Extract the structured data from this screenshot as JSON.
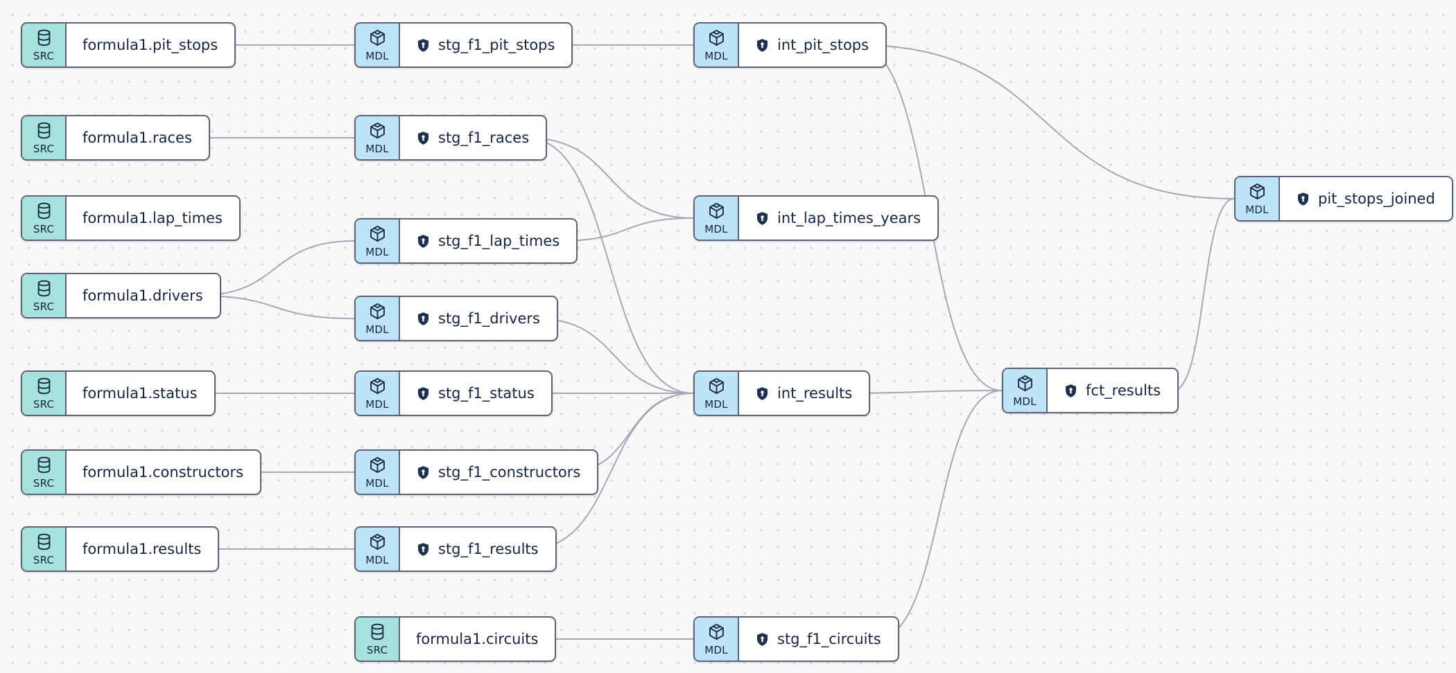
{
  "canvas": {
    "background": "#f8f8f9",
    "dot_color": "#d5d6da"
  },
  "colors": {
    "node_border": "#5b6476",
    "source_badge_bg": "#a7e2de",
    "model_badge_bg": "#bfe3f8",
    "edge": "#a2a8b8",
    "label_text": "#15243f",
    "shield_fill": "#20304c"
  },
  "legend": {
    "source_badge_label": "SRC",
    "model_badge_label": "MDL"
  },
  "nodes": [
    {
      "id": "src_pit_stops",
      "type": "source",
      "badge_label": "SRC",
      "icon": "database-icon",
      "shield": false,
      "label": "formula1.pit_stops"
    },
    {
      "id": "src_races",
      "type": "source",
      "badge_label": "SRC",
      "icon": "database-icon",
      "shield": false,
      "label": "formula1.races"
    },
    {
      "id": "src_lap_times",
      "type": "source",
      "badge_label": "SRC",
      "icon": "database-icon",
      "shield": false,
      "label": "formula1.lap_times"
    },
    {
      "id": "src_drivers",
      "type": "source",
      "badge_label": "SRC",
      "icon": "database-icon",
      "shield": false,
      "label": "formula1.drivers"
    },
    {
      "id": "src_status",
      "type": "source",
      "badge_label": "SRC",
      "icon": "database-icon",
      "shield": false,
      "label": "formula1.status"
    },
    {
      "id": "src_constructors",
      "type": "source",
      "badge_label": "SRC",
      "icon": "database-icon",
      "shield": false,
      "label": "formula1.constructors"
    },
    {
      "id": "src_results",
      "type": "source",
      "badge_label": "SRC",
      "icon": "database-icon",
      "shield": false,
      "label": "formula1.results"
    },
    {
      "id": "src_circuits",
      "type": "source",
      "badge_label": "SRC",
      "icon": "database-icon",
      "shield": false,
      "label": "formula1.circuits"
    },
    {
      "id": "stg_pit_stops",
      "type": "model",
      "badge_label": "MDL",
      "icon": "cube-icon",
      "shield": true,
      "label": "stg_f1_pit_stops"
    },
    {
      "id": "stg_races",
      "type": "model",
      "badge_label": "MDL",
      "icon": "cube-icon",
      "shield": true,
      "label": "stg_f1_races"
    },
    {
      "id": "stg_lap_times",
      "type": "model",
      "badge_label": "MDL",
      "icon": "cube-icon",
      "shield": true,
      "label": "stg_f1_lap_times"
    },
    {
      "id": "stg_drivers",
      "type": "model",
      "badge_label": "MDL",
      "icon": "cube-icon",
      "shield": true,
      "label": "stg_f1_drivers"
    },
    {
      "id": "stg_status",
      "type": "model",
      "badge_label": "MDL",
      "icon": "cube-icon",
      "shield": true,
      "label": "stg_f1_status"
    },
    {
      "id": "stg_constructors",
      "type": "model",
      "badge_label": "MDL",
      "icon": "cube-icon",
      "shield": true,
      "label": "stg_f1_constructors"
    },
    {
      "id": "stg_results",
      "type": "model",
      "badge_label": "MDL",
      "icon": "cube-icon",
      "shield": true,
      "label": "stg_f1_results"
    },
    {
      "id": "stg_circuits",
      "type": "model",
      "badge_label": "MDL",
      "icon": "cube-icon",
      "shield": true,
      "label": "stg_f1_circuits"
    },
    {
      "id": "int_pit_stops",
      "type": "model",
      "badge_label": "MDL",
      "icon": "cube-icon",
      "shield": true,
      "label": "int_pit_stops"
    },
    {
      "id": "int_lap_times_years",
      "type": "model",
      "badge_label": "MDL",
      "icon": "cube-icon",
      "shield": true,
      "label": "int_lap_times_years"
    },
    {
      "id": "int_results",
      "type": "model",
      "badge_label": "MDL",
      "icon": "cube-icon",
      "shield": true,
      "label": "int_results"
    },
    {
      "id": "fct_results",
      "type": "model",
      "badge_label": "MDL",
      "icon": "cube-icon",
      "shield": true,
      "label": "fct_results"
    },
    {
      "id": "pit_stops_joined",
      "type": "model",
      "badge_label": "MDL",
      "icon": "cube-icon",
      "shield": true,
      "label": "pit_stops_joined"
    }
  ],
  "edges": [
    {
      "from": "src_pit_stops",
      "to": "stg_pit_stops"
    },
    {
      "from": "src_races",
      "to": "stg_races"
    },
    {
      "from": "src_drivers",
      "to": "stg_lap_times"
    },
    {
      "from": "src_drivers",
      "to": "stg_drivers"
    },
    {
      "from": "src_status",
      "to": "stg_status"
    },
    {
      "from": "src_constructors",
      "to": "stg_constructors"
    },
    {
      "from": "src_results",
      "to": "stg_results"
    },
    {
      "from": "src_circuits",
      "to": "stg_circuits"
    },
    {
      "from": "stg_pit_stops",
      "to": "int_pit_stops"
    },
    {
      "from": "stg_races",
      "to": "int_lap_times_years"
    },
    {
      "from": "stg_races",
      "to": "int_results"
    },
    {
      "from": "stg_lap_times",
      "to": "int_lap_times_years"
    },
    {
      "from": "stg_drivers",
      "to": "int_results"
    },
    {
      "from": "stg_status",
      "to": "int_results"
    },
    {
      "from": "stg_constructors",
      "to": "int_results"
    },
    {
      "from": "stg_results",
      "to": "int_results"
    },
    {
      "from": "stg_circuits",
      "to": "fct_results"
    },
    {
      "from": "int_results",
      "to": "fct_results"
    },
    {
      "from": "int_pit_stops",
      "to": "fct_results"
    },
    {
      "from": "int_pit_stops",
      "to": "pit_stops_joined"
    },
    {
      "from": "fct_results",
      "to": "pit_stops_joined"
    }
  ]
}
